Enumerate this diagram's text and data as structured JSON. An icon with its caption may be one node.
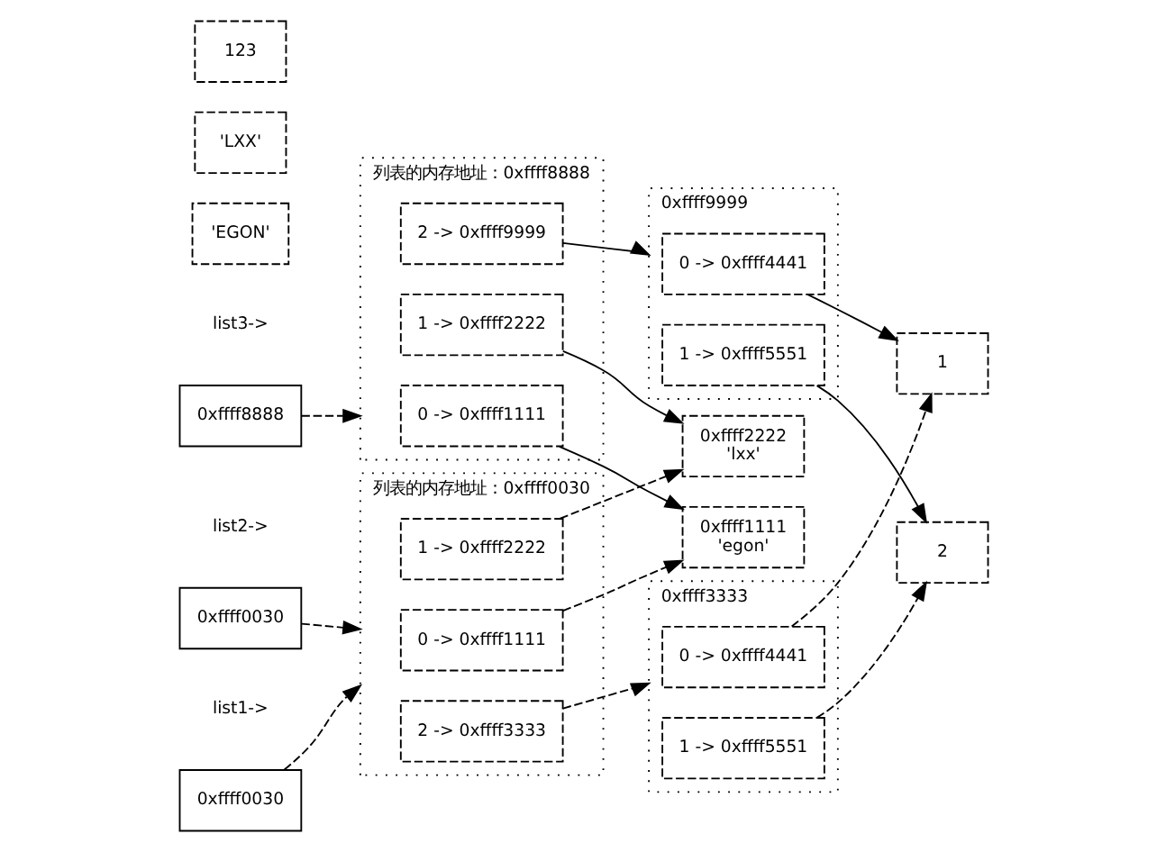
{
  "diagram": {
    "nodes": [
      {
        "text": [
          "0xffff0030"
        ],
        "beside": [
          "list1->"
        ]
      },
      {
        "text": [
          "0xffff0030"
        ],
        "beside": [
          "list2->"
        ]
      },
      {
        "text": [
          "0xffff8888"
        ],
        "beside": [
          "list3->"
        ]
      },
      {
        "text": [
          "列表的内存地址：0xffff0030"
        ]
      },
      {
        "text": [
          "0 -> 0xffff1111"
        ],
        "in": 3
      },
      {
        "text": [
          "1 -> 0xffff2222"
        ],
        "in": 3
      },
      {
        "text": [
          "2 -> 0xffff3333"
        ],
        "in": 3
      },
      {
        "text": [
          "0xffff1111",
          "'egon'"
        ]
      },
      {
        "text": [
          "0xffff2222",
          "'lxx'"
        ]
      },
      {
        "text": [
          "'EGON'"
        ]
      },
      {
        "text": [
          "'LXX'"
        ]
      },
      {
        "text": [
          "123"
        ]
      },
      {
        "text": [
          "0xffff3333"
        ]
      },
      {
        "text": [
          "0 -> 0xffff4441"
        ],
        "in": 12
      },
      {
        "text": [
          "1 -> 0xffff5551"
        ],
        "in": 12
      },
      {
        "text": [
          "1"
        ]
      },
      {
        "text": [
          "2"
        ]
      },
      {
        "text": [
          "列表的内存地址：0xffff8888"
        ]
      },
      {
        "text": [
          "0 -> 0xffff1111"
        ],
        "in": 17
      },
      {
        "text": [
          "1 -> 0xffff2222"
        ],
        "in": 17
      },
      {
        "text": [
          "2 -> 0xffff9999"
        ],
        "in": 17
      },
      {
        "text": [
          "0xffff9999"
        ]
      },
      {
        "text": [
          "0 -> 0xffff4441"
        ],
        "in": 21
      },
      {
        "text": [
          "1 -> 0xffff5551"
        ],
        "in": 21
      }
    ],
    "edges": [
      {
        "from": 0,
        "to": 3,
        "arrow": "to",
        "style": "dashed"
      },
      {
        "from": 1,
        "to": 3,
        "arrow": "to",
        "style": "dashed"
      },
      {
        "from": 4,
        "to": 7,
        "arrow": "to",
        "style": "dashed"
      },
      {
        "from": 5,
        "to": 8,
        "arrow": "to",
        "style": "dashed"
      },
      {
        "from": 6,
        "to": 12,
        "arrow": "to",
        "style": "dashed"
      },
      {
        "from": 13,
        "to": 15,
        "arrow": "to",
        "style": "dashed"
      },
      {
        "from": 14,
        "to": 16,
        "arrow": "to",
        "style": "dashed"
      },
      {
        "from": 2,
        "to": 17,
        "arrow": "to",
        "style": "dashed"
      },
      {
        "from": 18,
        "to": 7,
        "arrow": "to"
      },
      {
        "from": 19,
        "to": 8,
        "arrow": "to"
      },
      {
        "from": 20,
        "to": 21,
        "arrow": "to"
      },
      {
        "from": 22,
        "to": 15,
        "arrow": "to"
      },
      {
        "from": 23,
        "to": 16,
        "arrow": "to"
      }
    ]
  }
}
